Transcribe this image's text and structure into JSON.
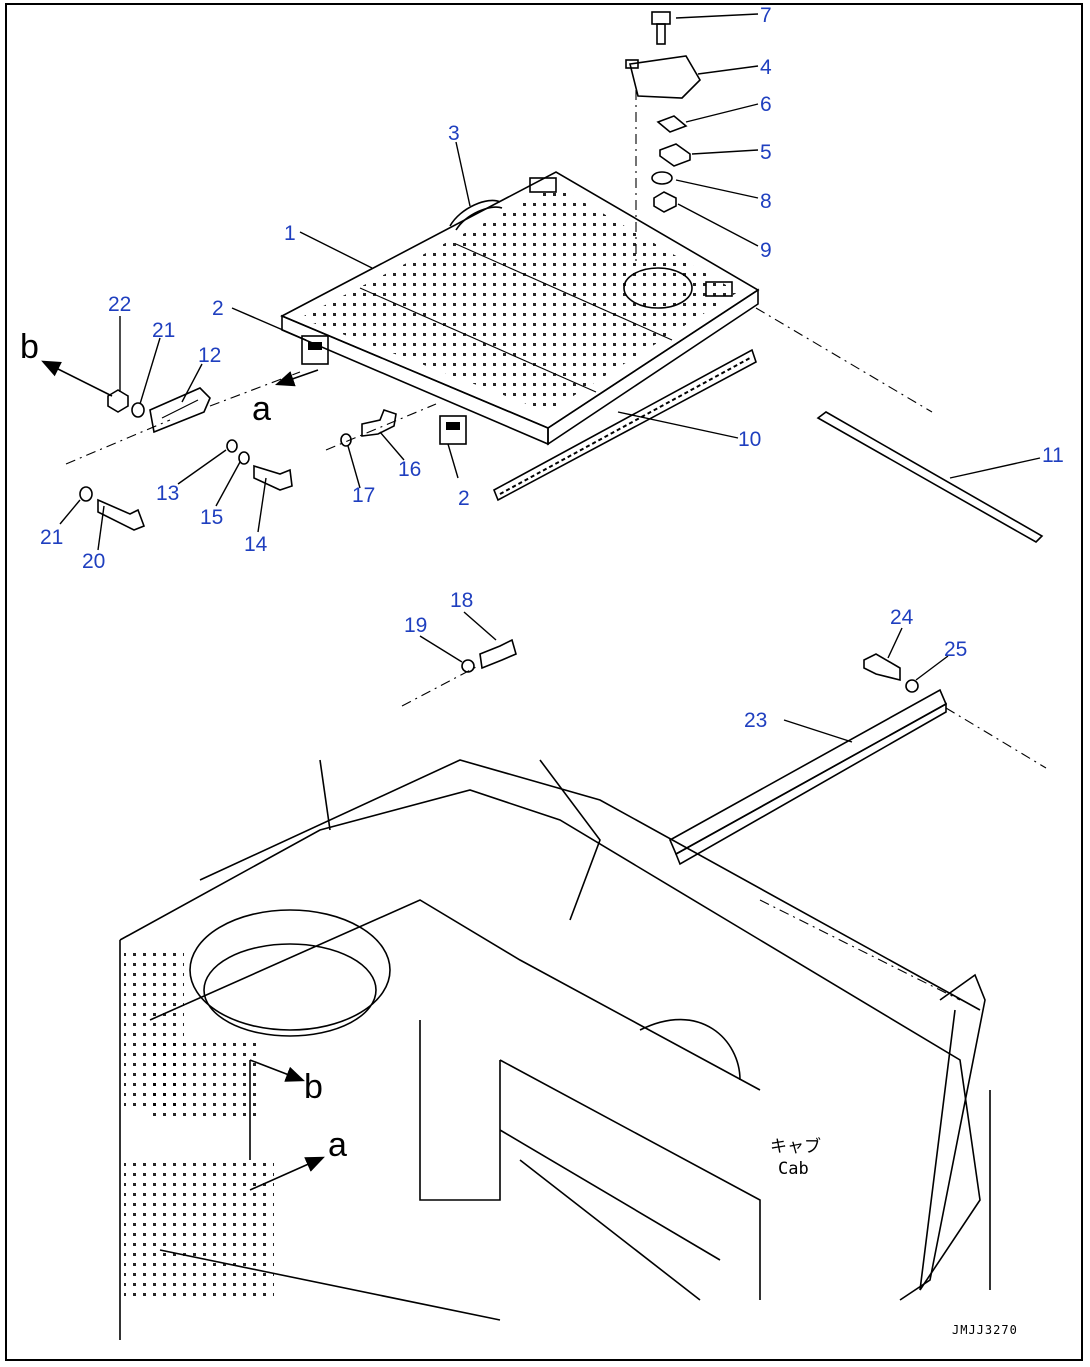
{
  "callouts": [
    {
      "id": "7",
      "label": "7"
    },
    {
      "id": "4",
      "label": "4"
    },
    {
      "id": "6",
      "label": "6"
    },
    {
      "id": "5",
      "label": "5"
    },
    {
      "id": "8",
      "label": "8"
    },
    {
      "id": "9",
      "label": "9"
    },
    {
      "id": "3",
      "label": "3"
    },
    {
      "id": "1",
      "label": "1"
    },
    {
      "id": "2a",
      "label": "2"
    },
    {
      "id": "2b",
      "label": "2"
    },
    {
      "id": "10",
      "label": "10"
    },
    {
      "id": "11",
      "label": "11"
    },
    {
      "id": "22",
      "label": "22"
    },
    {
      "id": "21a",
      "label": "21"
    },
    {
      "id": "12",
      "label": "12"
    },
    {
      "id": "13",
      "label": "13"
    },
    {
      "id": "15",
      "label": "15"
    },
    {
      "id": "14",
      "label": "14"
    },
    {
      "id": "21b",
      "label": "21"
    },
    {
      "id": "20",
      "label": "20"
    },
    {
      "id": "16",
      "label": "16"
    },
    {
      "id": "17",
      "label": "17"
    },
    {
      "id": "18",
      "label": "18"
    },
    {
      "id": "19",
      "label": "19"
    },
    {
      "id": "24",
      "label": "24"
    },
    {
      "id": "25",
      "label": "25"
    },
    {
      "id": "23",
      "label": "23"
    }
  ],
  "arrows": {
    "b_top": "b",
    "a_top": "a",
    "b_bottom": "b",
    "a_bottom": "a"
  },
  "cab": {
    "jp": "キャブ",
    "en": "Cab"
  },
  "drawing_code": "JMJJ3270",
  "colors": {
    "callout": "#1f3fbf",
    "line": "#000000",
    "background": "#ffffff"
  }
}
